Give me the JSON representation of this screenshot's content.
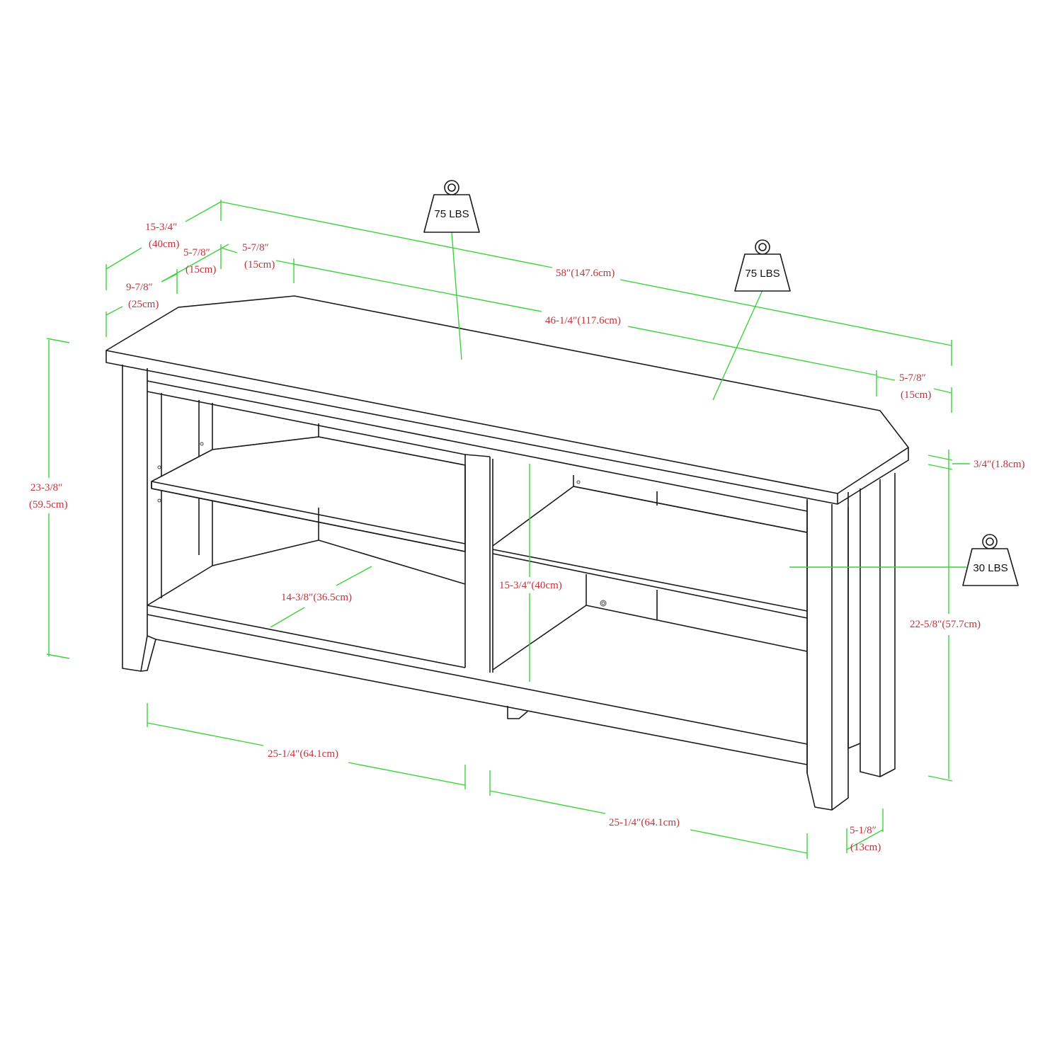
{
  "diagram": {
    "title": "Corner TV stand dimension diagram",
    "colors": {
      "outline": "#1a1a1a",
      "dimension_line": "#3cd23c",
      "dimension_text": "#c0333c",
      "background": "#ffffff"
    },
    "weight_capacities": [
      {
        "id": "top-left",
        "label": "75 LBS"
      },
      {
        "id": "top-right",
        "label": "75 LBS"
      },
      {
        "id": "shelf",
        "label": "30 LBS"
      }
    ],
    "dimensions": {
      "depth_overall": {
        "imperial": "15-3/4″",
        "metric": "(40cm)"
      },
      "corner_side_left": {
        "imperial": "5-7/8″",
        "metric": "(15cm)"
      },
      "corner_front_left": {
        "imperial": "5-7/8″",
        "metric": "(15cm)"
      },
      "side_depth": {
        "imperial": "9-7/8″",
        "metric": "(25cm)"
      },
      "width_overall": {
        "label": "58″(147.6cm)"
      },
      "back_width": {
        "label": "46-1/4″(117.6cm)"
      },
      "corner_right": {
        "imperial": "5-7/8″",
        "metric": "(15cm)"
      },
      "top_thickness": {
        "label": "3/4″(1.8cm)"
      },
      "height_overall": {
        "imperial": "23-3/8″",
        "metric": "(59.5cm)"
      },
      "height_under_top": {
        "label": "22-5/8″(57.7cm)"
      },
      "shelf_depth": {
        "label": "14-3/8″(36.5cm)"
      },
      "shelf_opening_height": {
        "label": "15-3/4″(40cm)"
      },
      "opening_width_left": {
        "label": "25-1/4″(64.1cm)"
      },
      "opening_width_right": {
        "label": "25-1/4″(64.1cm)"
      },
      "leg_width": {
        "imperial": "5-1/8″",
        "metric": "(13cm)"
      }
    }
  }
}
